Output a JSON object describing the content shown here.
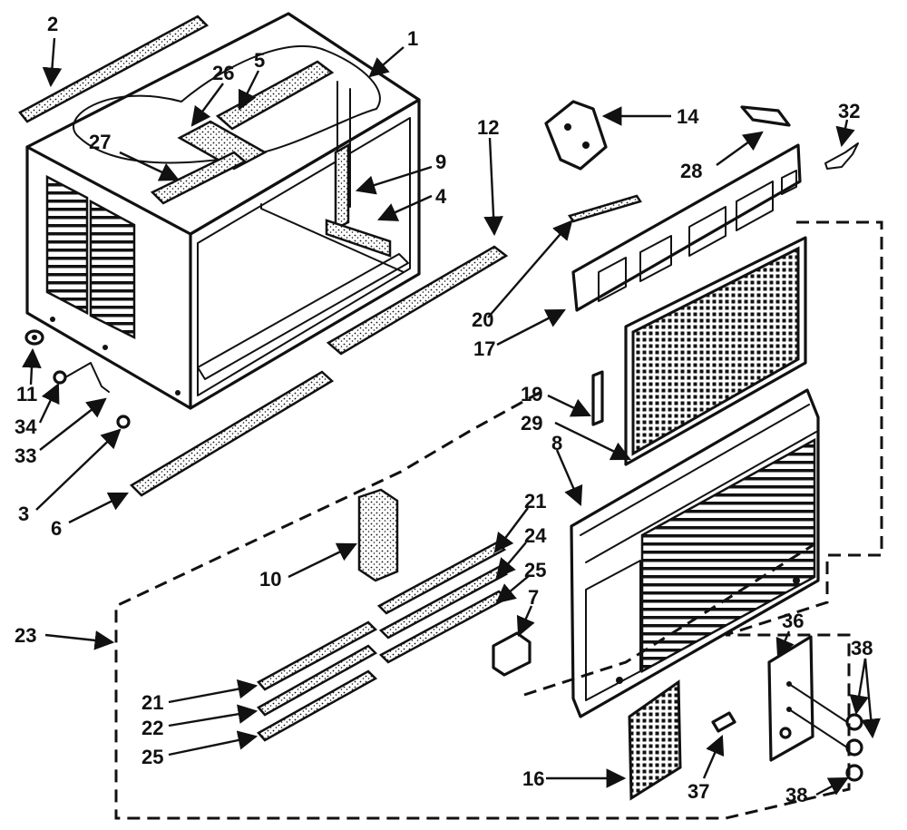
{
  "diagram": {
    "callouts": [
      "1",
      "2",
      "3",
      "4",
      "5",
      "6",
      "7",
      "8",
      "9",
      "10",
      "11",
      "12",
      "14",
      "16",
      "17",
      "19",
      "20",
      "21",
      "21",
      "22",
      "23",
      "24",
      "25",
      "25",
      "26",
      "27",
      "28",
      "29",
      "32",
      "33",
      "34",
      "36",
      "37",
      "38",
      "38"
    ]
  }
}
